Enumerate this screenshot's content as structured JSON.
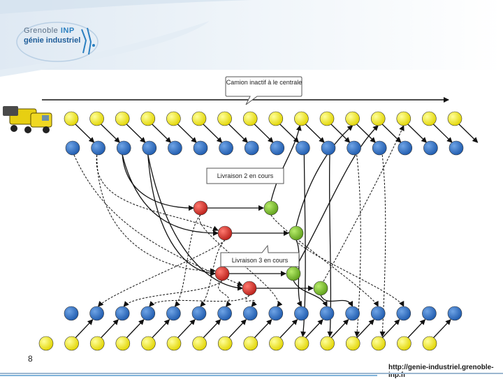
{
  "header": {
    "logo_line1_prefix": "Grenoble ",
    "logo_line1_accent": "INP",
    "logo_line2": "génie industriel"
  },
  "diagram": {
    "callouts": [
      {
        "id": "top",
        "text": "Camion inactif à le centrale"
      },
      {
        "id": "mid",
        "text": "Livraison 2 en cours"
      },
      {
        "id": "low",
        "text": "Livraison 3 en cours"
      }
    ],
    "top_yellow_count": 16,
    "top_blue_count": 16,
    "bottom_blue_count": 16,
    "bottom_yellow_count": 16,
    "red_nodes": 4,
    "green_nodes": 4,
    "colors": {
      "yellow": "#f2ea1e",
      "blue": "#2f6fc4",
      "red": "#d9302a",
      "green": "#7bbf2a"
    }
  },
  "footer": {
    "page_number": "8",
    "url": "http://genie-industriel.grenoble-inp.fr"
  }
}
